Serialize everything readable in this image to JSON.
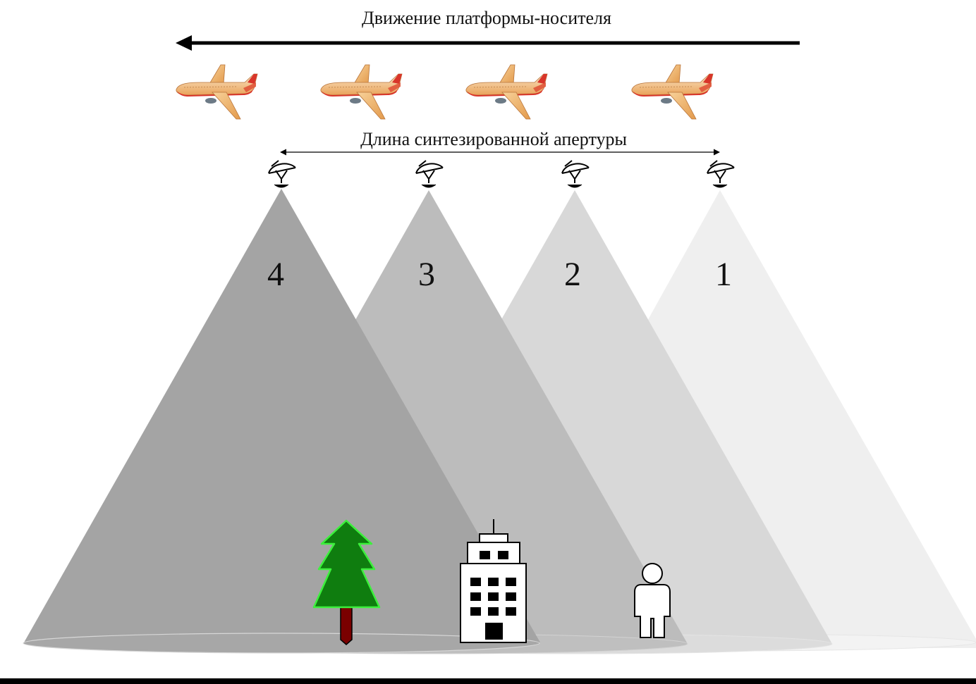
{
  "title": "Движение платформы-носителя",
  "aperture_label": "Длина синтезированной апертуры",
  "beams": [
    {
      "number": "4",
      "color": "#a4a4a4"
    },
    {
      "number": "3",
      "color": "#bcbcbc"
    },
    {
      "number": "2",
      "color": "#d8d8d8"
    },
    {
      "number": "1",
      "color": "#efefef"
    }
  ],
  "objects": [
    "tree-icon",
    "building-icon",
    "person-icon"
  ],
  "colors": {
    "arrow": "#000000",
    "ground": "#000000",
    "tree_crown": "#1f8a1f",
    "tree_outline": "#38e038",
    "tree_trunk": "#7a0000",
    "plane_body": "#f6c98a",
    "plane_accent": "#d9352a"
  }
}
